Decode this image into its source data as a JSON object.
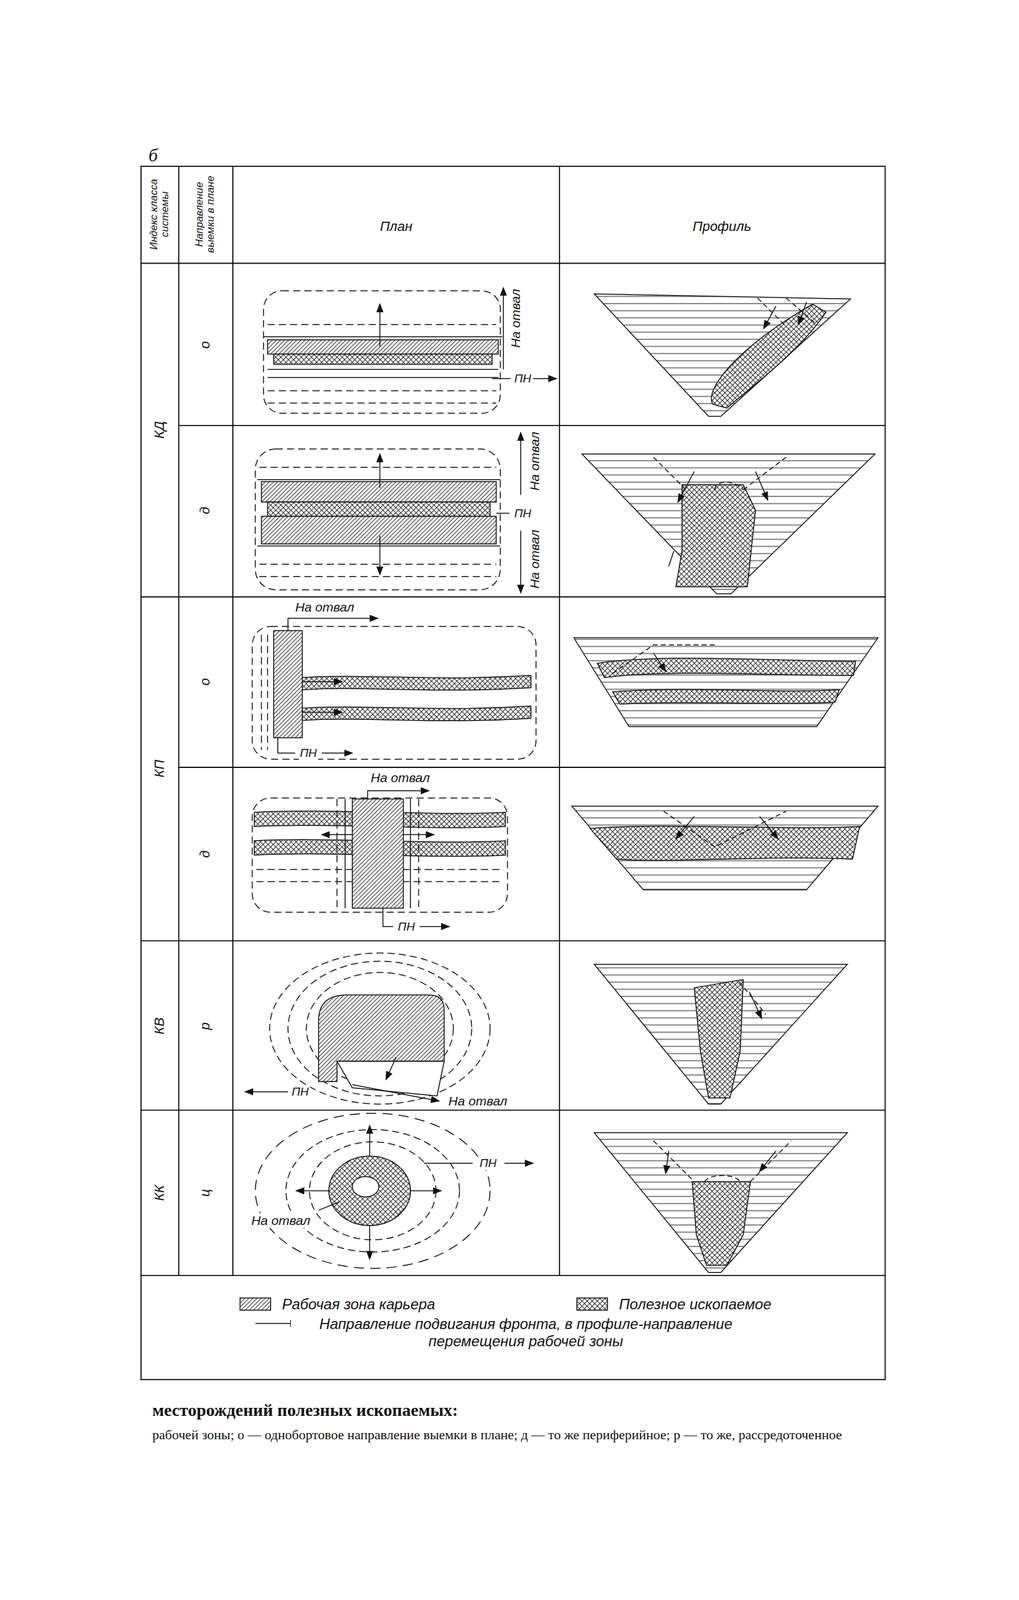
{
  "diagram": {
    "caption": "месторождений полезных ископаемых:",
    "labels": [
      "б",
      "Индекс класса системы",
      "Направление выемки в плане",
      "План",
      "Профиль",
      "КД",
      "о",
      "На отвал",
      "ПН",
      "д",
      "На отвал",
      "ПН",
      "На отвал",
      "КП",
      "о",
      "На отвал",
      "ПН",
      "д",
      "На отвал",
      "ПН",
      "КВ",
      "р",
      "ПН",
      "На отвал",
      "КК",
      "ц",
      "ПН",
      "На отвал",
      "рабочей зоны; о — однобортовое направление выемки в плане; д — то же периферийное; р — то же, рассредоточенное"
    ],
    "legend": [
      {
        "text": "Рабочая зона карьера"
      },
      {
        "text": "Полезное ископаемое"
      },
      {
        "text": "Направление подвигания фронта, в профиле-направление перемещения рабочей зоны"
      }
    ]
  }
}
